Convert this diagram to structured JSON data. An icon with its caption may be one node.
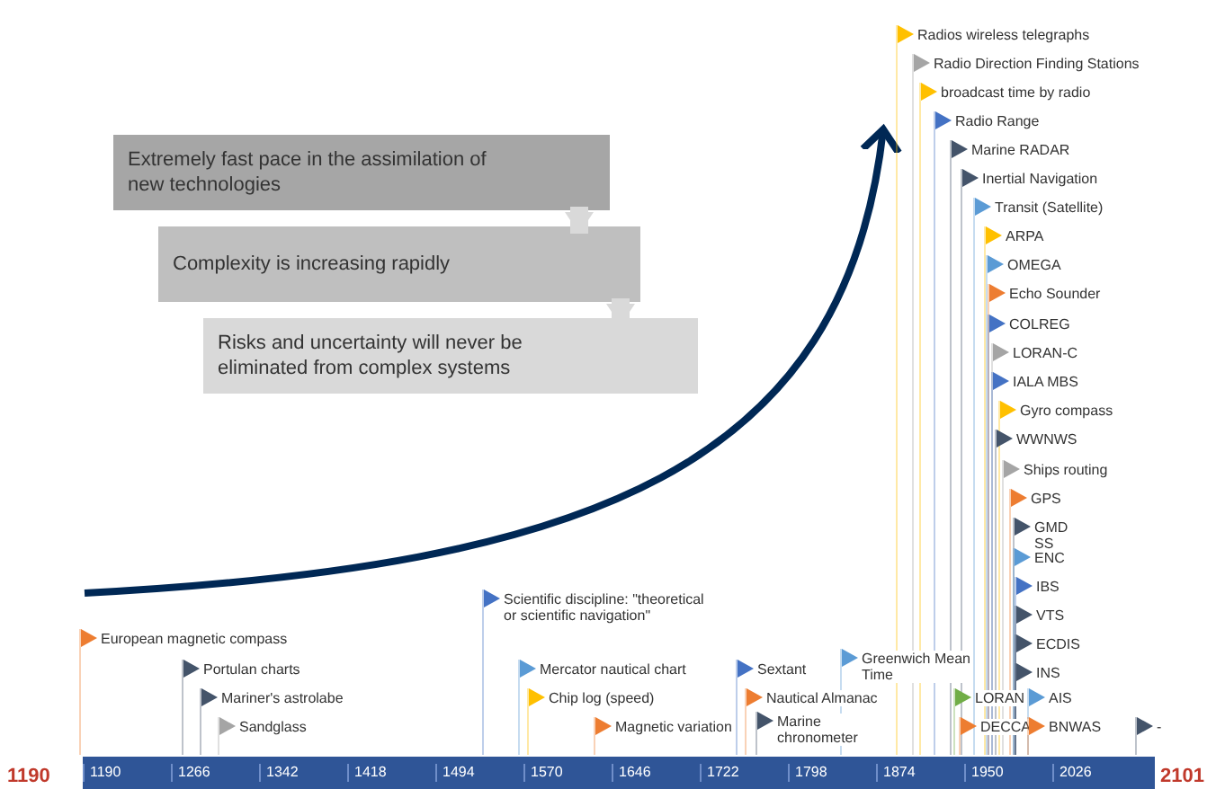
{
  "diagram": {
    "nodes": [
      {
        "text": [
          "Extremely fast pace in the assimilation of new technologies"
        ]
      },
      {
        "text": [
          "Complexity is increasing rapidly"
        ]
      },
      {
        "text": [
          "Risks and uncertainty will never be eliminated from complex systems"
        ]
      }
    ],
    "edges": [
      {
        "from": 0,
        "to": 1,
        "arrow": "to"
      },
      {
        "from": 1,
        "to": 2,
        "arrow": "to"
      }
    ],
    "labels": [
      "Radios wireless telegraphs",
      "Radio Direction Finding Stations",
      "broadcast time by radio",
      "Radio Range",
      "Marine RADAR",
      "Inertial Navigation",
      "Transit (Satellite)",
      "ARPA",
      "OMEGA",
      "Echo Sounder",
      "COLREG",
      "LORAN-C",
      "IALA MBS",
      "Gyro compass",
      "WWNWS",
      "Ships routing",
      "GPS",
      "GMDSS",
      "ENC",
      "IBS",
      "VTS",
      "ECDIS",
      "INS",
      "Scientific discipline: \"theoretical or scientific navigation\"",
      "European magnetic compass",
      "Greenwich Mean Time",
      "Portulan charts",
      "Mercator nautical chart",
      "Sextant",
      "Mariner's astrolabe",
      "Chip log (speed)",
      "Nautical Almanac",
      "LORAN",
      "AIS",
      "Sandglass",
      "Magnetic variation",
      "Marine chronometer",
      "DECCA",
      "BNWAS",
      "-",
      "1190",
      "1190",
      "1266",
      "1342",
      "1418",
      "1494",
      "1570",
      "1646",
      "1722",
      "1798",
      "1874",
      "1950",
      "2026",
      "2101"
    ]
  }
}
